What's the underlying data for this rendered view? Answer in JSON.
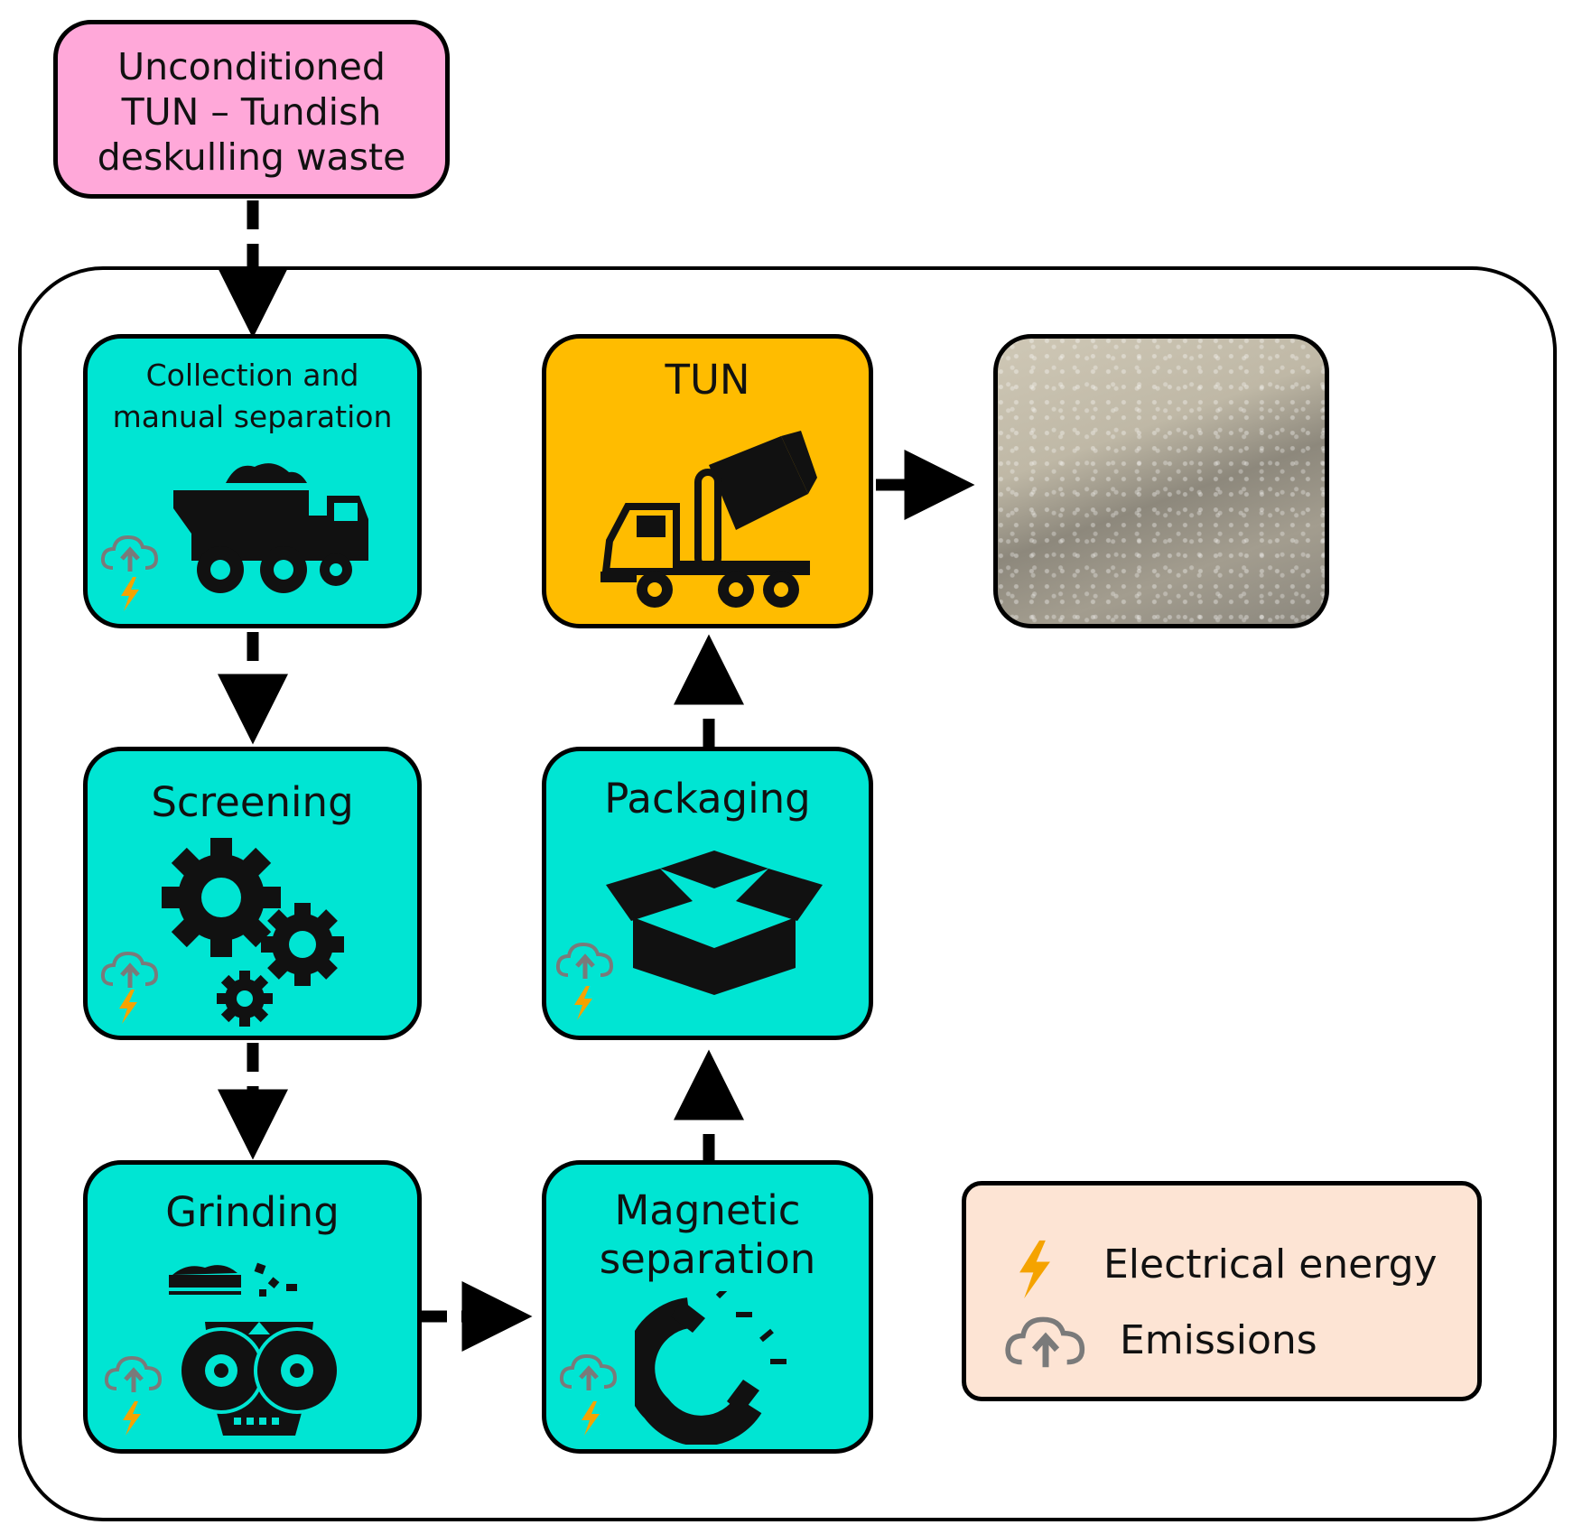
{
  "source": {
    "label": "Unconditioned\nTUN – Tundish\ndeskulling waste"
  },
  "steps": {
    "collection": {
      "label": "Collection and\nmanual separation",
      "icon": "dump-truck-icon"
    },
    "screening": {
      "label": "Screening",
      "icon": "gears-icon"
    },
    "grinding": {
      "label": "Grinding",
      "icon": "crusher-icon"
    },
    "magnetic": {
      "label": "Magnetic\nseparation",
      "icon": "magnet-icon"
    },
    "packaging": {
      "label": "Packaging",
      "icon": "box-icon"
    },
    "tun": {
      "label": "TUN",
      "icon": "concrete-mixer-truck-icon"
    }
  },
  "legend": {
    "electrical": {
      "label": "Electrical energy",
      "icon": "lightning-icon"
    },
    "emissions": {
      "label": "Emissions",
      "icon": "cloud-upload-icon"
    }
  },
  "colors": {
    "process": "#00e5d3",
    "product": "#ffbc00",
    "input": "#ffa8d9",
    "legend_bg": "#fde4d4",
    "lightning": "#f5a300",
    "cloud": "#7a7a7a"
  }
}
